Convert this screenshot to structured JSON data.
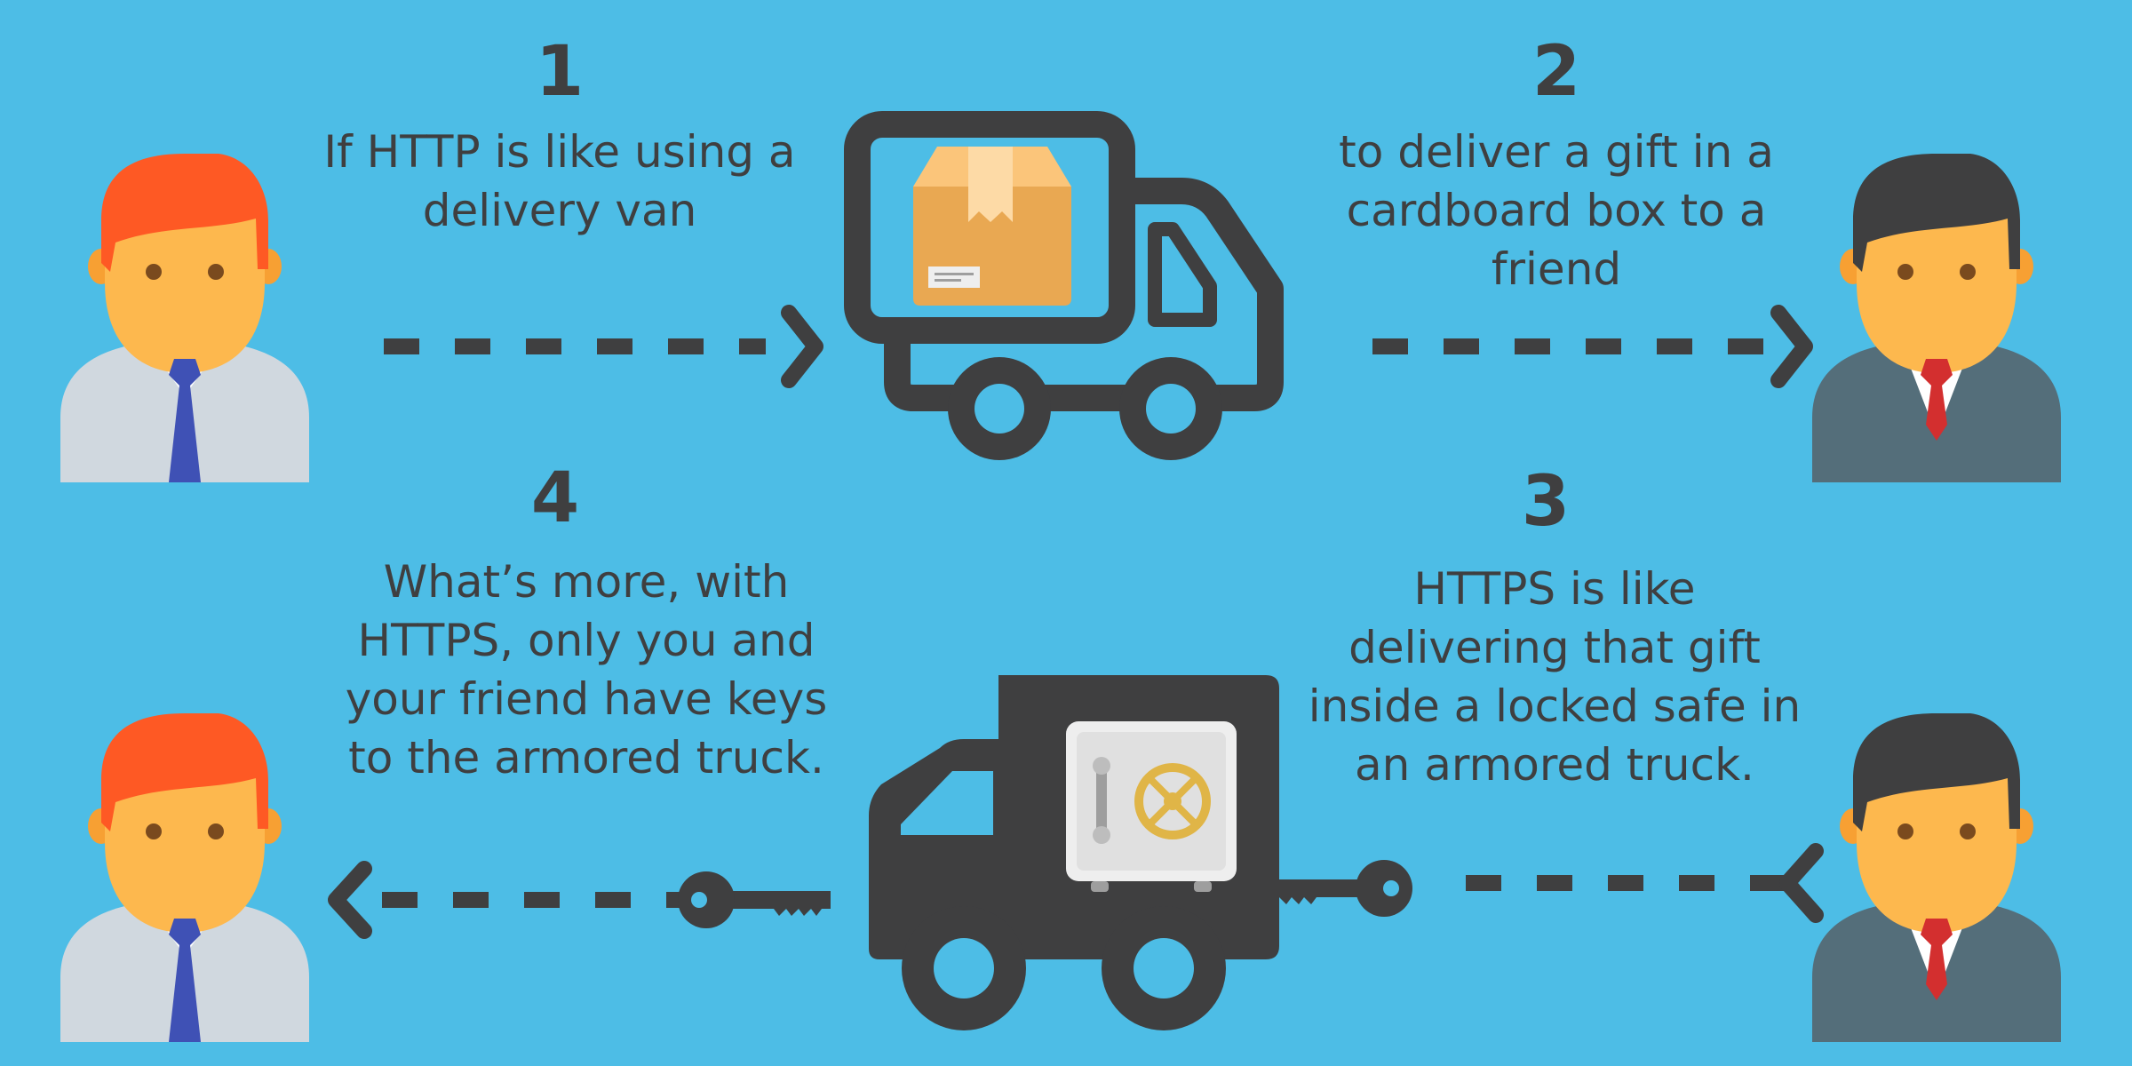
{
  "steps": [
    {
      "number": "1",
      "lines": [
        "If HTTP is like using a",
        "delivery van"
      ]
    },
    {
      "number": "2",
      "lines": [
        "to deliver a gift in a",
        "cardboard box to a",
        "friend"
      ]
    },
    {
      "number": "3",
      "lines": [
        "HTTPS is like",
        "delivering that gift",
        "inside a locked safe in",
        "an armored truck."
      ]
    },
    {
      "number": "4",
      "lines": [
        "What’s more, with",
        "HTTPS, only you and",
        "your friend have keys",
        "to the armored truck."
      ]
    }
  ],
  "colors": {
    "background": "#4dbde6",
    "ink": "#3f3f40",
    "skin": "#fdb84e",
    "neck": "#f7a033",
    "ginger_hair": "#fe5924",
    "dark_hair": "#3f3f40",
    "light_shirt": "#d0d8df",
    "dark_suit": "#546e7a",
    "blue_tie": "#3f51b5",
    "red_tie": "#d32f2f",
    "box": "#e9a852",
    "box_lid": "#fbc57a",
    "safe": "#eeeeee",
    "safe_dial": "#e0b547"
  },
  "icons": [
    "person-ginger-icon",
    "person-dark-hair-icon",
    "delivery-van-icon",
    "cardboard-box-icon",
    "armored-truck-icon",
    "safe-icon",
    "key-icon",
    "dashed-arrow-icon"
  ]
}
